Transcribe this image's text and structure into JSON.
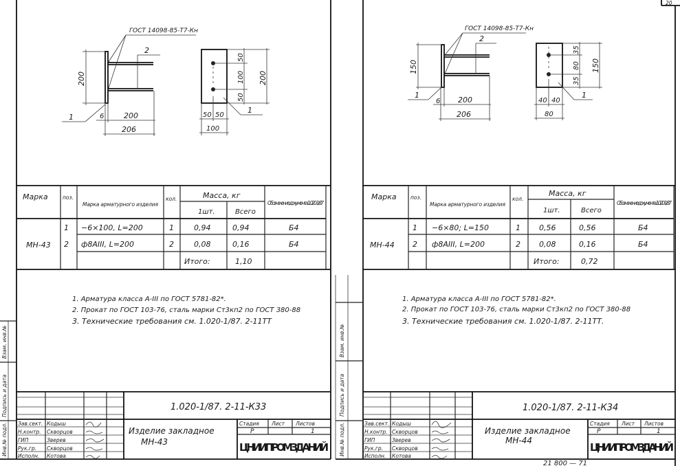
{
  "page_number": "20",
  "footer_partial": "21 800 — 71",
  "sheets": [
    {
      "drawing": {
        "weld_note": "ГОСТ 14098-85-Т7-Кн",
        "pos_plate": "1",
        "pos_bar": "2",
        "dim_height": "200",
        "dim_thk": "6",
        "dim_bar_len": "200",
        "dim_total": "206",
        "dim_edge_top": "50",
        "dim_spacing": "100",
        "dim_edge_bot": "50",
        "dim_full_h": "200",
        "dim_half_l": "50",
        "dim_half_r": "50",
        "dim_width": "100",
        "pos_plate_front": "1"
      },
      "table": {
        "h_mark": "Марка",
        "h_pos": "поз.",
        "h_item_mark": "Марка арматурного изделия",
        "h_qty": "кол.",
        "h_mass": "Масса, кг",
        "h_unit": "1шт.",
        "h_total": "Всего",
        "h_doc": "Обозначение документа 1.020-1/87",
        "mark": "МН-43",
        "rows": [
          {
            "pos": "1",
            "item": "−6×100, L=200",
            "qty": "1",
            "unit": "0,94",
            "total": "0,94",
            "doc": "Б4"
          },
          {
            "pos": "2",
            "item": "ф8АIII, L=200",
            "qty": "2",
            "unit": "0,08",
            "total": "0,16",
            "doc": "Б4"
          }
        ],
        "total_label": "Итого:",
        "total_value": "1,10"
      },
      "notes": [
        "1. Арматура класса А-III по ГОСТ 5781-82*.",
        "2. Прокат по ГОСТ 103-76, сталь марки Ст3кп2 по ГОСТ 380-88",
        "3. Технические требования см. 1.020-1/87. 2-11ТТ"
      ],
      "title_block": {
        "designation": "1.020-1/87. 2-11-К33",
        "roles": [
          "Зав.сект.",
          "Н.контр.",
          "ГИП",
          "Рук.гр.",
          "Исполн."
        ],
        "names": [
          "Кодыш",
          "Скворцов",
          "Зверев",
          "Скворцов",
          "Котова"
        ],
        "item_name": "Изделие закладное",
        "item_mark": "МН-43",
        "stage_h": "Стадия",
        "sheet_h": "Лист",
        "sheets_h": "Листов",
        "stage": "Р",
        "sheets": "1",
        "org": "ЦНИИПРОМЗДАНИЙ"
      },
      "stamp": [
        "Инв.№ подл.",
        "Подпись и дата",
        "Взам. инв.№"
      ]
    },
    {
      "drawing": {
        "weld_note": "ГОСТ 14098-85-Т7-Кн",
        "pos_plate": "1",
        "pos_bar": "2",
        "dim_height": "150",
        "dim_thk": "6",
        "dim_bar_len": "200",
        "dim_total": "206",
        "dim_edge_top": "35",
        "dim_spacing": "80",
        "dim_edge_bot": "35",
        "dim_full_h": "150",
        "dim_half_l": "40",
        "dim_half_r": "40",
        "dim_width": "80",
        "pos_plate_front": "1"
      },
      "table": {
        "h_mark": "Марка",
        "h_pos": "поз.",
        "h_item_mark": "Марка арматурного изделия",
        "h_qty": "кол.",
        "h_mass": "Масса, кг",
        "h_unit": "1шт.",
        "h_total": "Всего",
        "h_doc": "Обозначение документа 1.020-1/87",
        "mark": "МН-44",
        "rows": [
          {
            "pos": "1",
            "item": "−6×80; L=150",
            "qty": "1",
            "unit": "0,56",
            "total": "0,56",
            "doc": "Б4"
          },
          {
            "pos": "2",
            "item": "ф8АIII, L=200",
            "qty": "2",
            "unit": "0,08",
            "total": "0,16",
            "doc": "Б4"
          }
        ],
        "total_label": "Итого:",
        "total_value": "0,72"
      },
      "notes": [
        "1. Арматура класса А-III по ГОСТ 5781-82*.",
        "2. Прокат по ГОСТ 103-76, сталь марки Ст3кп2 по ГОСТ 380-88",
        "3. Технические требования см. 1.020-1/87. 2-11ТТ."
      ],
      "title_block": {
        "designation": "1.020-1/87. 2-11-К34",
        "roles": [
          "Зав.сект.",
          "Н.контр.",
          "ГИП",
          "Рук.гр.",
          "Исполн."
        ],
        "names": [
          "Кодыш",
          "Скворцов",
          "Зверев",
          "Скворцов",
          "Котова"
        ],
        "item_name": "Изделие закладное",
        "item_mark": "МН-44",
        "stage_h": "Стадия",
        "sheet_h": "Лист",
        "sheets_h": "Листов",
        "stage": "Р",
        "sheets": "1",
        "org": "ЦНИИПРОМЗДАНИЙ"
      },
      "stamp": [
        "Инв.№ подл.",
        "Подпись и дата",
        "Взам. инв.№"
      ]
    }
  ]
}
